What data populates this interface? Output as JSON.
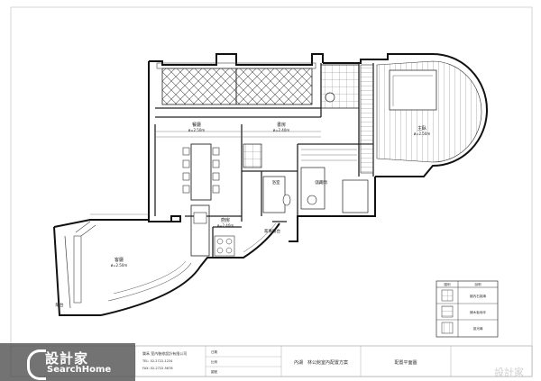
{
  "drawing": {
    "rooms": [
      {
        "id": "living",
        "label": "客廳",
        "sub": "ø=2.50m"
      },
      {
        "id": "dining",
        "label": "餐廳",
        "sub": "ø=2.50m"
      },
      {
        "id": "study",
        "label": "書房",
        "sub": "ø=2.40m"
      },
      {
        "id": "master",
        "label": "主臥",
        "sub": "ø=2.50m"
      },
      {
        "id": "kitchen",
        "label": "廚房",
        "sub": "ø=2.40m"
      },
      {
        "id": "bath",
        "label": "浴室",
        "sub": ""
      },
      {
        "id": "storage",
        "label": "儲藏間",
        "sub": ""
      },
      {
        "id": "laundry",
        "label": "家事陽台",
        "sub": ""
      },
      {
        "id": "balcony",
        "label": "陽台",
        "sub": ""
      }
    ]
  },
  "legend": {
    "header_left": "圖例",
    "header_right": "說明",
    "rows": [
      {
        "label": "國內石英磚"
      },
      {
        "label": "鋪木板地坪"
      },
      {
        "label": "拋光磚"
      }
    ]
  },
  "title_block": {
    "company_line1": "樂禾 室內裝修設計有限公司",
    "company_line2": "TEL: 02-2722-1234",
    "company_line3": "FAX: 02-2722-5678",
    "project": "內湖　林公館室內配置方案",
    "sheet_title": "配置平面圖",
    "date_label": "日期",
    "scale_label": "比例",
    "sheet_no_label": "圖號"
  },
  "watermark": {
    "brand_cn": "設計家",
    "brand_en": "SearchHome",
    "corner": "設計家"
  }
}
